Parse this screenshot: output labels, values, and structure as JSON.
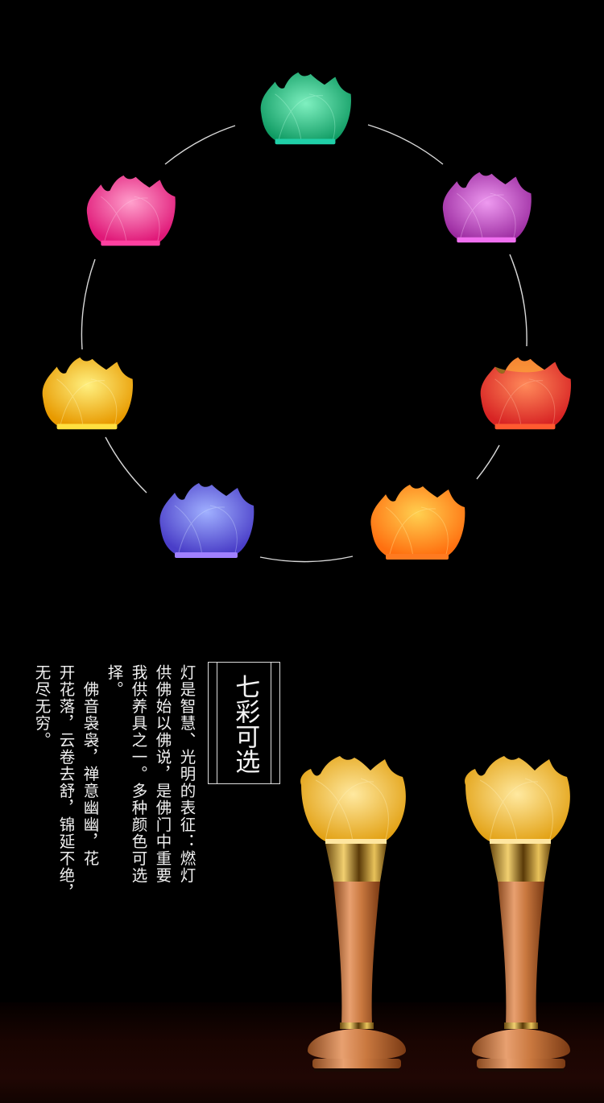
{
  "header": {
    "section": "color-options-ring",
    "lotus_colors": [
      {
        "name": "green",
        "fill": "#1fc38a",
        "light": "#7ff0c0",
        "base": "#20d0a8"
      },
      {
        "name": "violet",
        "fill": "#c24fc9",
        "light": "#ee9af0",
        "base": "#f070f0"
      },
      {
        "name": "red",
        "fill": "#e83a3a",
        "light": "#ff9a6a",
        "base": "#ff5a30"
      },
      {
        "name": "orange",
        "fill": "#ff8a18",
        "light": "#ffe070",
        "base": "#ff7a20"
      },
      {
        "name": "blue",
        "fill": "#6a62e0",
        "light": "#b8c8ff",
        "base": "#a080ff"
      },
      {
        "name": "yellow",
        "fill": "#f5b10a",
        "light": "#fff08a",
        "base": "#ffe040"
      },
      {
        "name": "pink",
        "fill": "#f0338f",
        "light": "#ffb0d8",
        "base": "#ff40a0"
      }
    ],
    "ring_color": "#d8d8d8"
  },
  "feature": {
    "title": "七彩可选",
    "paragraph_1": "灯是智慧、光明的表征：燃灯\n供佛始以佛说，是佛门中重要\n我供养具之一。多种颜色可选\n择。",
    "paragraph_2": "　佛音袅袅，禅意幽幽，花\n开花落，云卷去舒，锦延不绝，\n无尽无穷。"
  },
  "product": {
    "name": "lotus-lamp-pair",
    "shade_color": "#f2b322",
    "body_color": "#c9783f",
    "gold_band": "#e8c25a"
  }
}
